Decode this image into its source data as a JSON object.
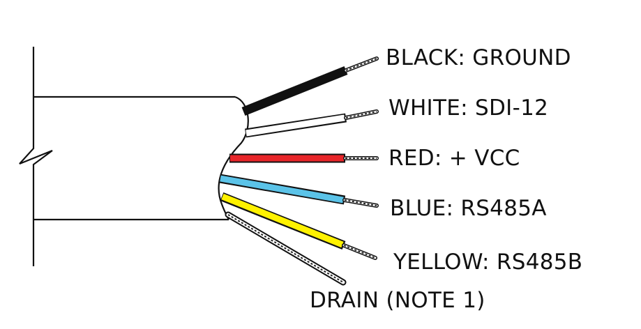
{
  "wires": [
    {
      "id": "black",
      "label": "BLACK: GROUND",
      "color": "#111111"
    },
    {
      "id": "white",
      "label": "WHITE: SDI-12",
      "color": "#ffffff"
    },
    {
      "id": "red",
      "label": "RED: + VCC",
      "color": "#e8262a"
    },
    {
      "id": "blue",
      "label": "BLUE: RS485A",
      "color": "#5bc3e8"
    },
    {
      "id": "yellow",
      "label": "YELLOW: RS485B",
      "color": "#fff200"
    }
  ],
  "drain": {
    "label": "DRAIN (NOTE 1)"
  },
  "outline_color": "#111111"
}
